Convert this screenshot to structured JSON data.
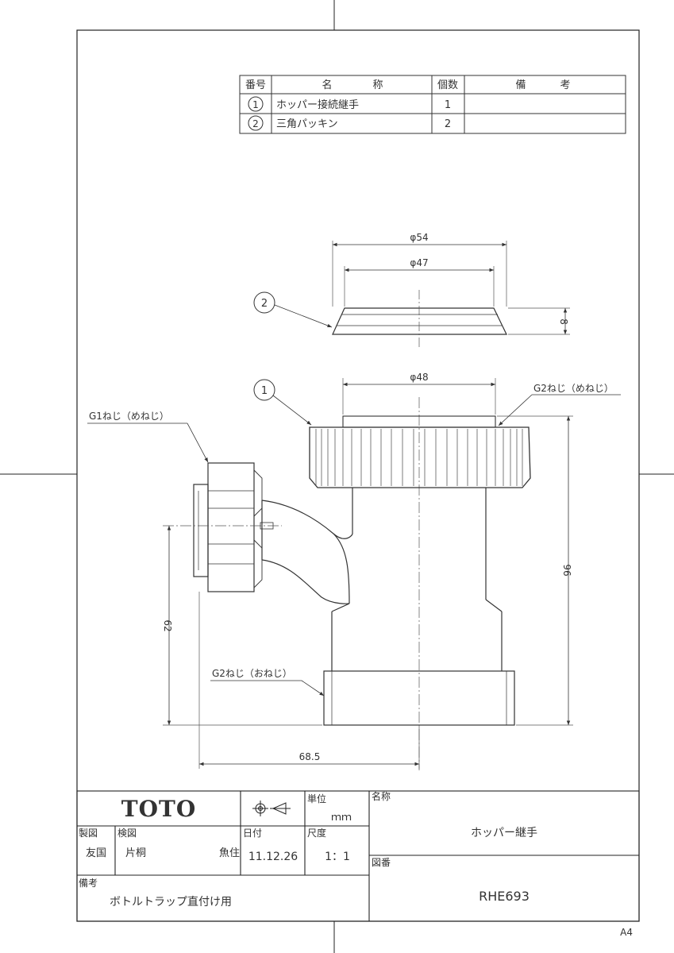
{
  "parts_table": {
    "headers": {
      "no": "番号",
      "name_1": "名",
      "name_2": "称",
      "qty": "個数",
      "remarks_1": "備",
      "remarks_2": "考"
    },
    "rows": [
      {
        "no": "1",
        "name": "ホッパー接続継手",
        "qty": "1",
        "remarks": ""
      },
      {
        "no": "2",
        "name": "三角パッキン",
        "qty": "2",
        "remarks": ""
      }
    ]
  },
  "drawing": {
    "dim_phi54": "φ54",
    "dim_phi47": "φ47",
    "dim_8": "8",
    "dim_phi48": "φ48",
    "dim_96": "96",
    "dim_62": "62",
    "dim_68_5": "68.5",
    "callout_1": "1",
    "callout_2": "2",
    "label_g2_female": "G2ねじ（めねじ）",
    "label_g1_female": "G1ねじ（めねじ）",
    "label_g2_male": "G2ねじ（おねじ）"
  },
  "title_block": {
    "logo": "TOTO",
    "unit_label": "単位",
    "unit_value": "ｍｍ",
    "name_label": "名称",
    "name_value": "ホッパー継手",
    "drawn_label": "製図",
    "drawn_by": "友国",
    "checked_label": "検図",
    "checked_by_1": "片桐",
    "checked_by_2": "魚住",
    "date_label": "日付",
    "date_value": "11.12.26",
    "scale_label": "尺度",
    "scale_value": "1：1",
    "drawing_no_label": "図番",
    "drawing_no": "RHE693",
    "remarks_label": "備考",
    "remarks_value": "ボトルトラップ直付け用"
  },
  "paper_size": "A4"
}
